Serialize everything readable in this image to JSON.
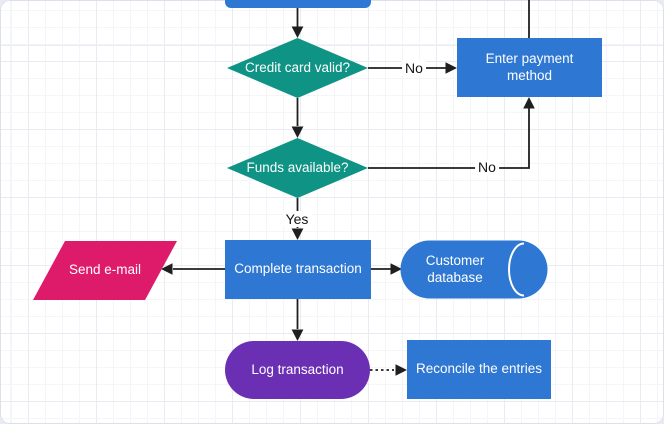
{
  "diagram": {
    "palette": {
      "process_blue": "#2e77d2",
      "decision_teal": "#0e9384",
      "data_pink": "#de1b6b",
      "terminator_purple": "#6b2fb4",
      "connector_black": "#1f1f1f",
      "canvas_white": "#ffffff",
      "outer_background": "#e9ebf4"
    },
    "nodes": {
      "credit_card_valid": {
        "label": "Credit card valid?",
        "shape": "decision"
      },
      "enter_payment_method": {
        "label": "Enter payment method",
        "shape": "process"
      },
      "funds_available": {
        "label": "Funds available?",
        "shape": "decision"
      },
      "complete_transaction": {
        "label": "Complete transaction",
        "shape": "process"
      },
      "send_email": {
        "label": "Send e-mail",
        "shape": "data"
      },
      "customer_database": {
        "label": "Customer database",
        "shape": "database"
      },
      "log_transaction": {
        "label": "Log transaction",
        "shape": "terminator"
      },
      "reconcile_entries": {
        "label": "Reconcile the entries",
        "shape": "process"
      }
    },
    "edge_labels": {
      "credit_no": "No",
      "funds_no": "No",
      "funds_yes": "Yes"
    }
  }
}
